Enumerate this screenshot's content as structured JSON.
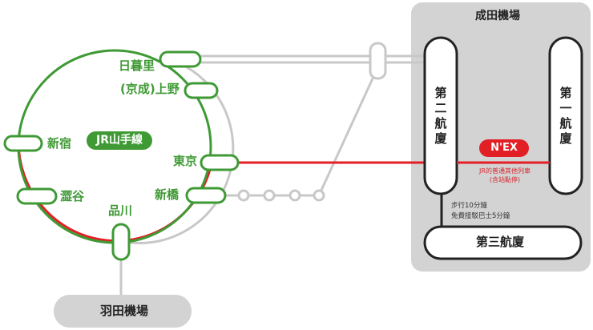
{
  "narita": {
    "title": "成田機場",
    "terminal2": "第二航廈",
    "terminal1": "第一航廈",
    "terminal3": "第三航廈",
    "transfer_line1": "步行10分鐘",
    "transfer_line2": "免費接駁巴士5分鐘"
  },
  "haneda": {
    "title": "羽田機場"
  },
  "yamanote": {
    "name": "JR山手線"
  },
  "stations": {
    "nippori": "日暮里",
    "ueno": "(京成)上野",
    "shinjuku": "新宿",
    "tokyo": "東京",
    "shibuya": "澀谷",
    "shinbashi": "新橋",
    "shinagawa": "品川"
  },
  "nex": {
    "name": "N'EX",
    "note_line1": "JR的普通其他列車",
    "note_line2": "(含站點停)"
  },
  "colors": {
    "green": "#3f9a35",
    "red": "#e31f26",
    "gray_line": "#c8c8c8",
    "airport_bg": "#d3d3d3",
    "terminal_stroke": "#222222"
  }
}
